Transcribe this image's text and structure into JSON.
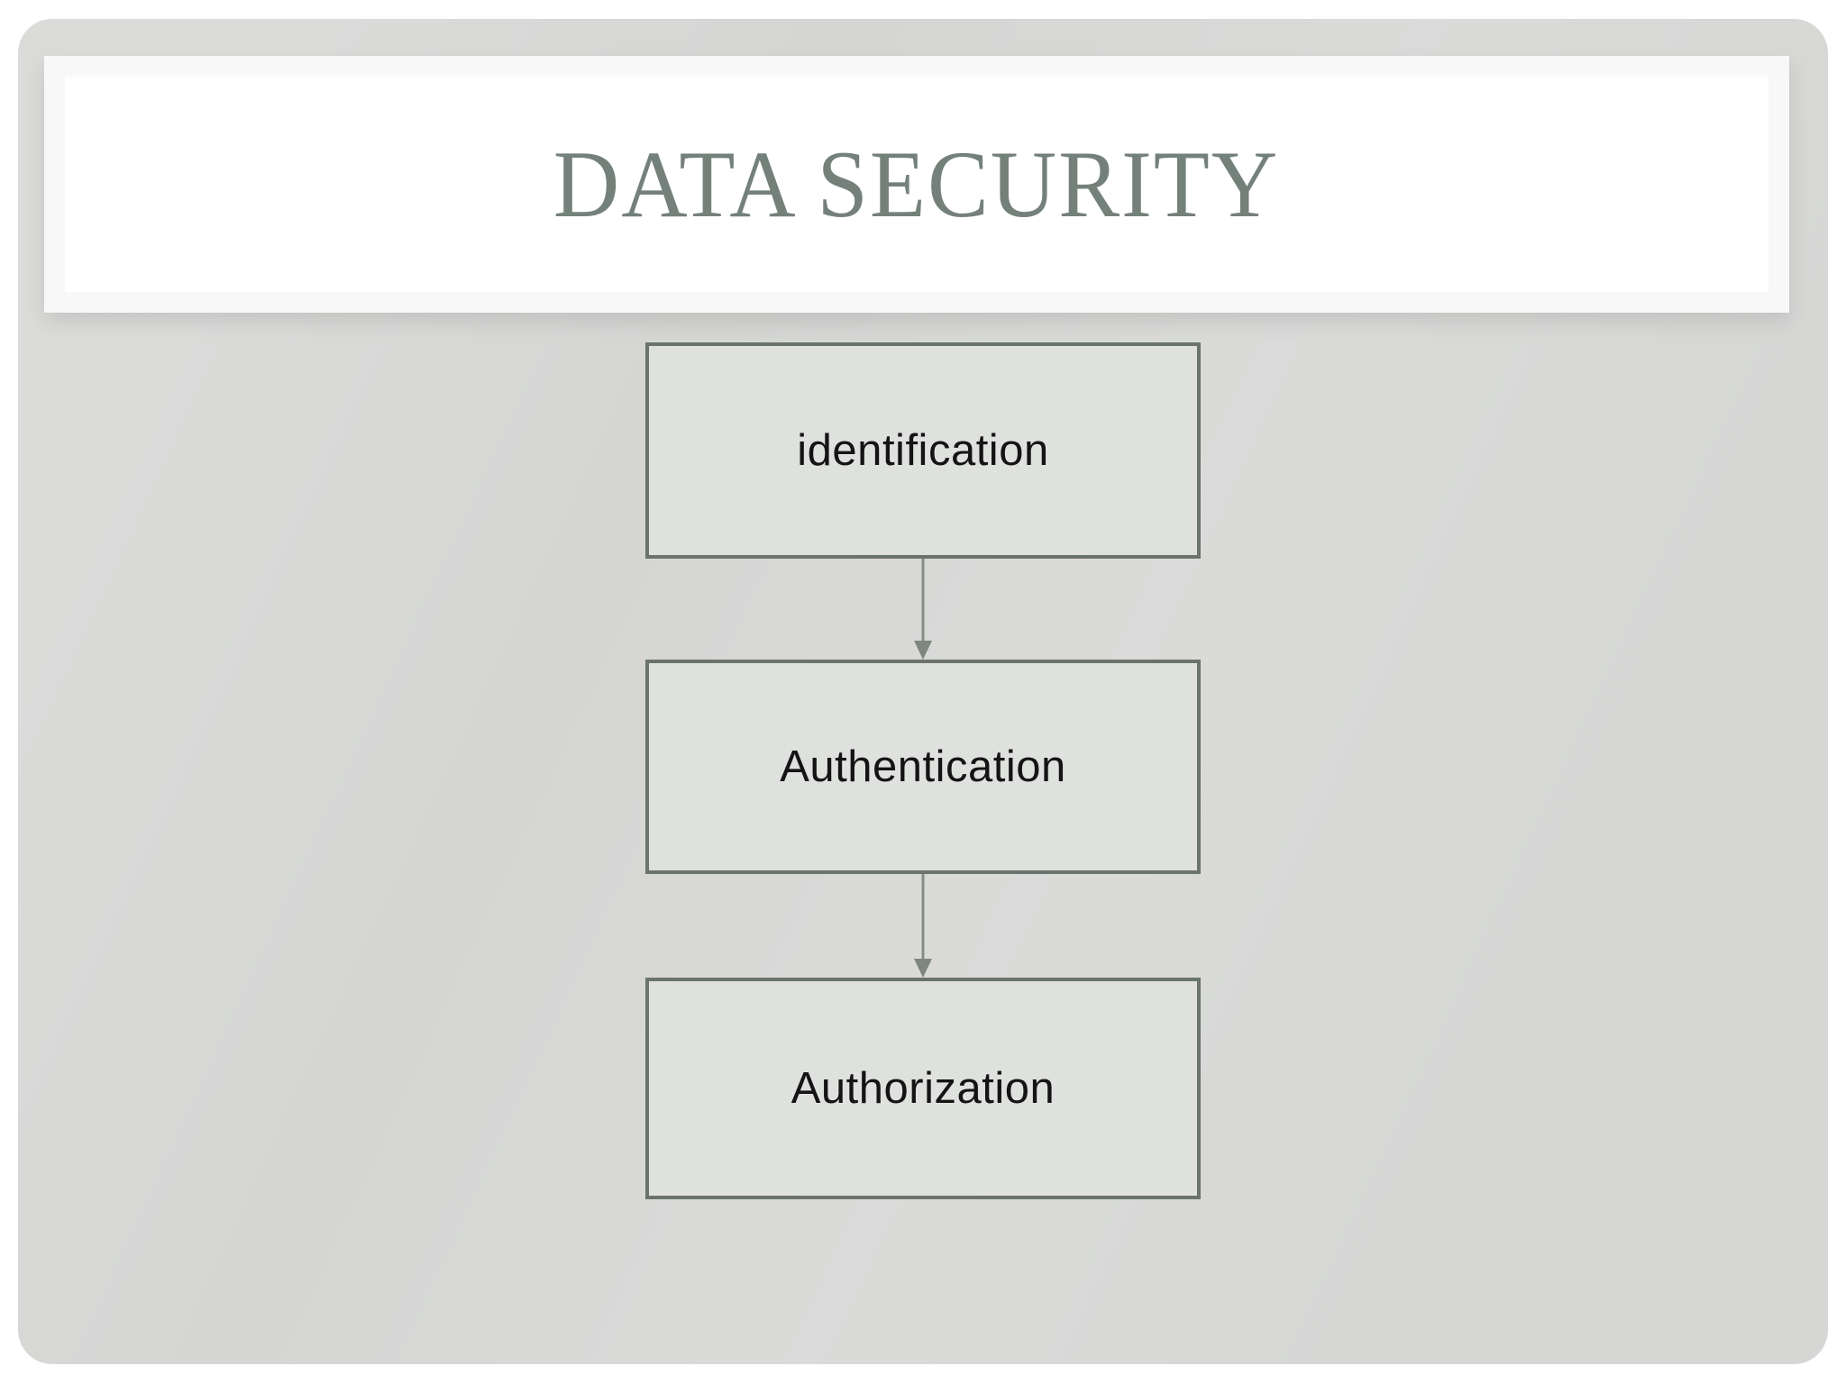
{
  "slide": {
    "title": "DATA SECURITY",
    "colors": {
      "page_background": "#ffffff",
      "slide_background": "#d9dad8",
      "banner_frame": "#f7f8f7",
      "banner_fill": "#ffffff",
      "title_text": "#74817a",
      "box_fill": "#dfe1de",
      "box_border": "#6a746c",
      "box_text": "#141414",
      "arrow": "#7e877f"
    },
    "diagram": {
      "type": "flowchart",
      "direction": "top-down",
      "nodes": [
        {
          "id": "identification",
          "label": "identification"
        },
        {
          "id": "authentication",
          "label": "Authentication"
        },
        {
          "id": "authorization",
          "label": "Authorization"
        }
      ],
      "edges": [
        {
          "from": "identification",
          "to": "authentication"
        },
        {
          "from": "authentication",
          "to": "authorization"
        }
      ]
    }
  }
}
